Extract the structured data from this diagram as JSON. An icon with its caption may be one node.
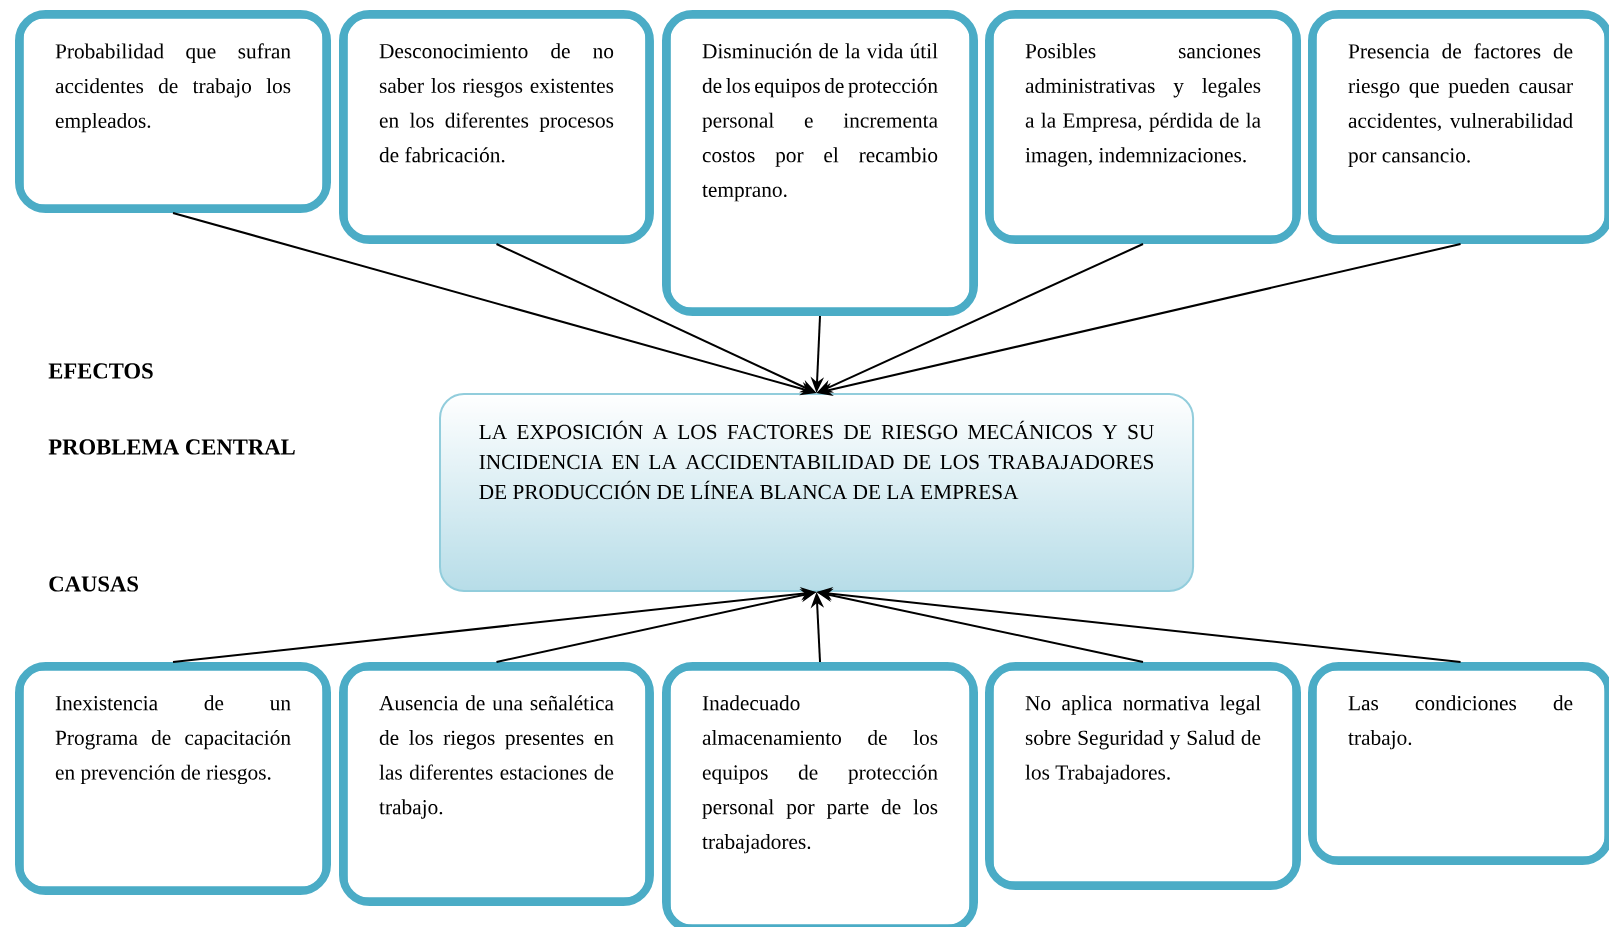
{
  "diagram": {
    "nodes": [
      {
        "text": [
          "Probabilidad que sufran accidentes de trabajo los empleados."
        ]
      },
      {
        "text": [
          "Desconocimiento de no saber los riesgos existentes en los diferentes procesos de fabricación."
        ]
      },
      {
        "text": [
          "Disminución de la vida útil de los equipos de protección personal e incrementa costos por el recambio temprano."
        ]
      },
      {
        "text": [
          "Posibles sanciones administrativas y legales a la Empresa, pérdida de la imagen, indemnizaciones."
        ]
      },
      {
        "text": [
          "Presencia de factores de riesgo que pueden causar accidentes, vulnerabilidad por cansancio."
        ]
      },
      {
        "text": [
          "LA EXPOSICIÓN A LOS FACTORES DE RIESGO MECÁNICOS Y SU INCIDENCIA EN LA ACCIDENTABILIDAD DE LOS TRABAJADORES DE PRODUCCIÓN DE LÍNEA BLANCA DE LA EMPRESA"
        ]
      },
      {
        "text": [
          "Inexistencia de un Programa de capacitación en prevención de riesgos."
        ]
      },
      {
        "text": [
          "Ausencia de una señalética de los riegos presentes en las diferentes estaciones de trabajo."
        ]
      },
      {
        "text": [
          "Inadecuado almacenamiento de los equipos de protección personal por parte de los trabajadores."
        ]
      },
      {
        "text": [
          "No aplica normativa legal sobre Seguridad y Salud de los Trabajadores."
        ]
      },
      {
        "text": [
          "Las condiciones de trabajo."
        ]
      }
    ],
    "edges": [
      {
        "from": 0,
        "to": 5,
        "arrow": "to"
      },
      {
        "from": 1,
        "to": 5,
        "arrow": "to"
      },
      {
        "from": 2,
        "to": 5,
        "arrow": "to"
      },
      {
        "from": 3,
        "to": 5,
        "arrow": "to"
      },
      {
        "from": 4,
        "to": 5,
        "arrow": "to"
      },
      {
        "from": 6,
        "to": 5,
        "arrow": "to"
      },
      {
        "from": 7,
        "to": 5,
        "arrow": "to"
      },
      {
        "from": 8,
        "to": 5,
        "arrow": "to"
      },
      {
        "from": 9,
        "to": 5,
        "arrow": "to"
      },
      {
        "from": 10,
        "to": 5,
        "arrow": "to"
      }
    ],
    "labels": [
      "EFECTOS",
      "PROBLEMA CENTRAL",
      "CAUSAS"
    ]
  }
}
